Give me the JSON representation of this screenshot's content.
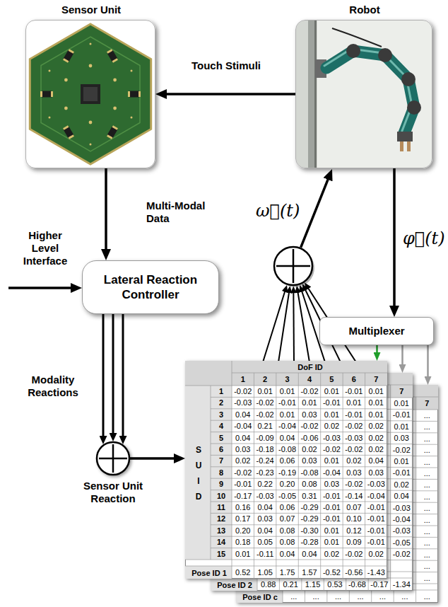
{
  "diagram": {
    "nodes": [
      {
        "text": [
          "Sensor Unit"
        ]
      },
      {
        "text": [
          "Robot"
        ]
      },
      {
        "text": [
          "Lateral Reaction Controller"
        ]
      },
      {
        "text": [
          "Multiplexer"
        ]
      },
      {
        "text": [
          "Sensor Unit Reaction"
        ]
      },
      {
        "text": [
          "DoF ID",
          "S U I D",
          "Pose ID 1"
        ]
      },
      {
        "text": [
          "Pose ID 2"
        ]
      },
      {
        "text": [
          "Pose ID c"
        ]
      }
    ],
    "edges": [
      {
        "from": 1,
        "to": 0,
        "arrow": "to",
        "label": "Touch Stimuli"
      },
      {
        "from": 0,
        "to": 2,
        "arrow": "to",
        "label": "Multi-Modal Data"
      },
      {
        "from": 2,
        "to": 4,
        "arrow": "to",
        "label": "Modality Reactions"
      },
      {
        "from": 4,
        "to": 5,
        "arrow": "to"
      },
      {
        "from": 1,
        "to": 3,
        "arrow": "to",
        "label": "φ⃗(t)"
      },
      {
        "from": 3,
        "to": 5,
        "arrow": "to"
      },
      {
        "from": 3,
        "to": 6,
        "arrow": "to"
      },
      {
        "from": 3,
        "to": 7,
        "arrow": "to"
      }
    ],
    "labels": [
      "Higher Level Interface",
      "ω⃗(t)",
      "1",
      "2",
      "3",
      "4",
      "5",
      "6",
      "7",
      "1",
      "-0.02",
      "0.01",
      "0.01",
      "-0.02",
      "0.01",
      "-0.01",
      "0.01",
      "2",
      "-0.03",
      "-0.02",
      "-0.01",
      "0.01",
      "-0.01",
      "0.01",
      "0.01",
      "3",
      "0.04",
      "-0.02",
      "0.01",
      "0.03",
      "0.01",
      "-0.01",
      "0.01",
      "4",
      "-0.04",
      "0.21",
      "-0.04",
      "-0.02",
      "0.02",
      "-0.02",
      "0.02",
      "5",
      "0.04",
      "-0.09",
      "0.04",
      "-0.06",
      "-0.03",
      "-0.03",
      "0.02",
      "6",
      "0.03",
      "-0.18",
      "-0.08",
      "0.02",
      "-0.02",
      "-0.02",
      "0.02",
      "7",
      "0.02",
      "-0.24",
      "0.06",
      "0.03",
      "0.01",
      "0.02",
      "0.04",
      "8",
      "-0.02",
      "-0.23",
      "-0.19",
      "-0.08",
      "-0.04",
      "0.03",
      "0.03",
      "9",
      "-0.01",
      "0.22",
      "0.20",
      "0.08",
      "0.03",
      "-0.02",
      "-0.03",
      "10",
      "-0.17",
      "-0.03",
      "-0.05",
      "0.31",
      "-0.01",
      "-0.14",
      "-0.04",
      "11",
      "0.16",
      "0.04",
      "0.06",
      "-0.29",
      "-0.01",
      "0.07",
      "-0.01",
      "12",
      "0.17",
      "0.03",
      "0.07",
      "-0.29",
      "-0.01",
      "0.10",
      "-0.01",
      "13",
      "0.20",
      "0.04",
      "0.08",
      "-0.30",
      "0.01",
      "0.12",
      "-0.01",
      "14",
      "0.18",
      "0.05",
      "0.08",
      "-0.28",
      "0.01",
      "0.09",
      "-0.01",
      "15",
      "0.01",
      "-0.11",
      "0.04",
      "0.04",
      "0.02",
      "-0.02",
      "0.02",
      "0.52",
      "1.05",
      "1.75",
      "1.57",
      "-0.52",
      "-0.56",
      "-1.43",
      "7",
      "0.01",
      "-0.01",
      "0.01",
      "0.03",
      "-0.02",
      "0.01",
      "-0.01",
      "0.02",
      "0.04",
      "-0.03",
      "-0.04",
      "-0.03",
      "-0.05",
      "-0.02",
      "0.88",
      "0.21",
      "1.15",
      "0.53",
      "-0.68",
      "-0.17",
      "-1.34",
      "7",
      "...",
      "...",
      "...",
      "...",
      "...",
      "...",
      "...",
      "...",
      "...",
      "...",
      "...",
      "...",
      "...",
      "...",
      "...",
      "...",
      "...",
      "...",
      "...",
      "...",
      "...",
      "..."
    ]
  }
}
